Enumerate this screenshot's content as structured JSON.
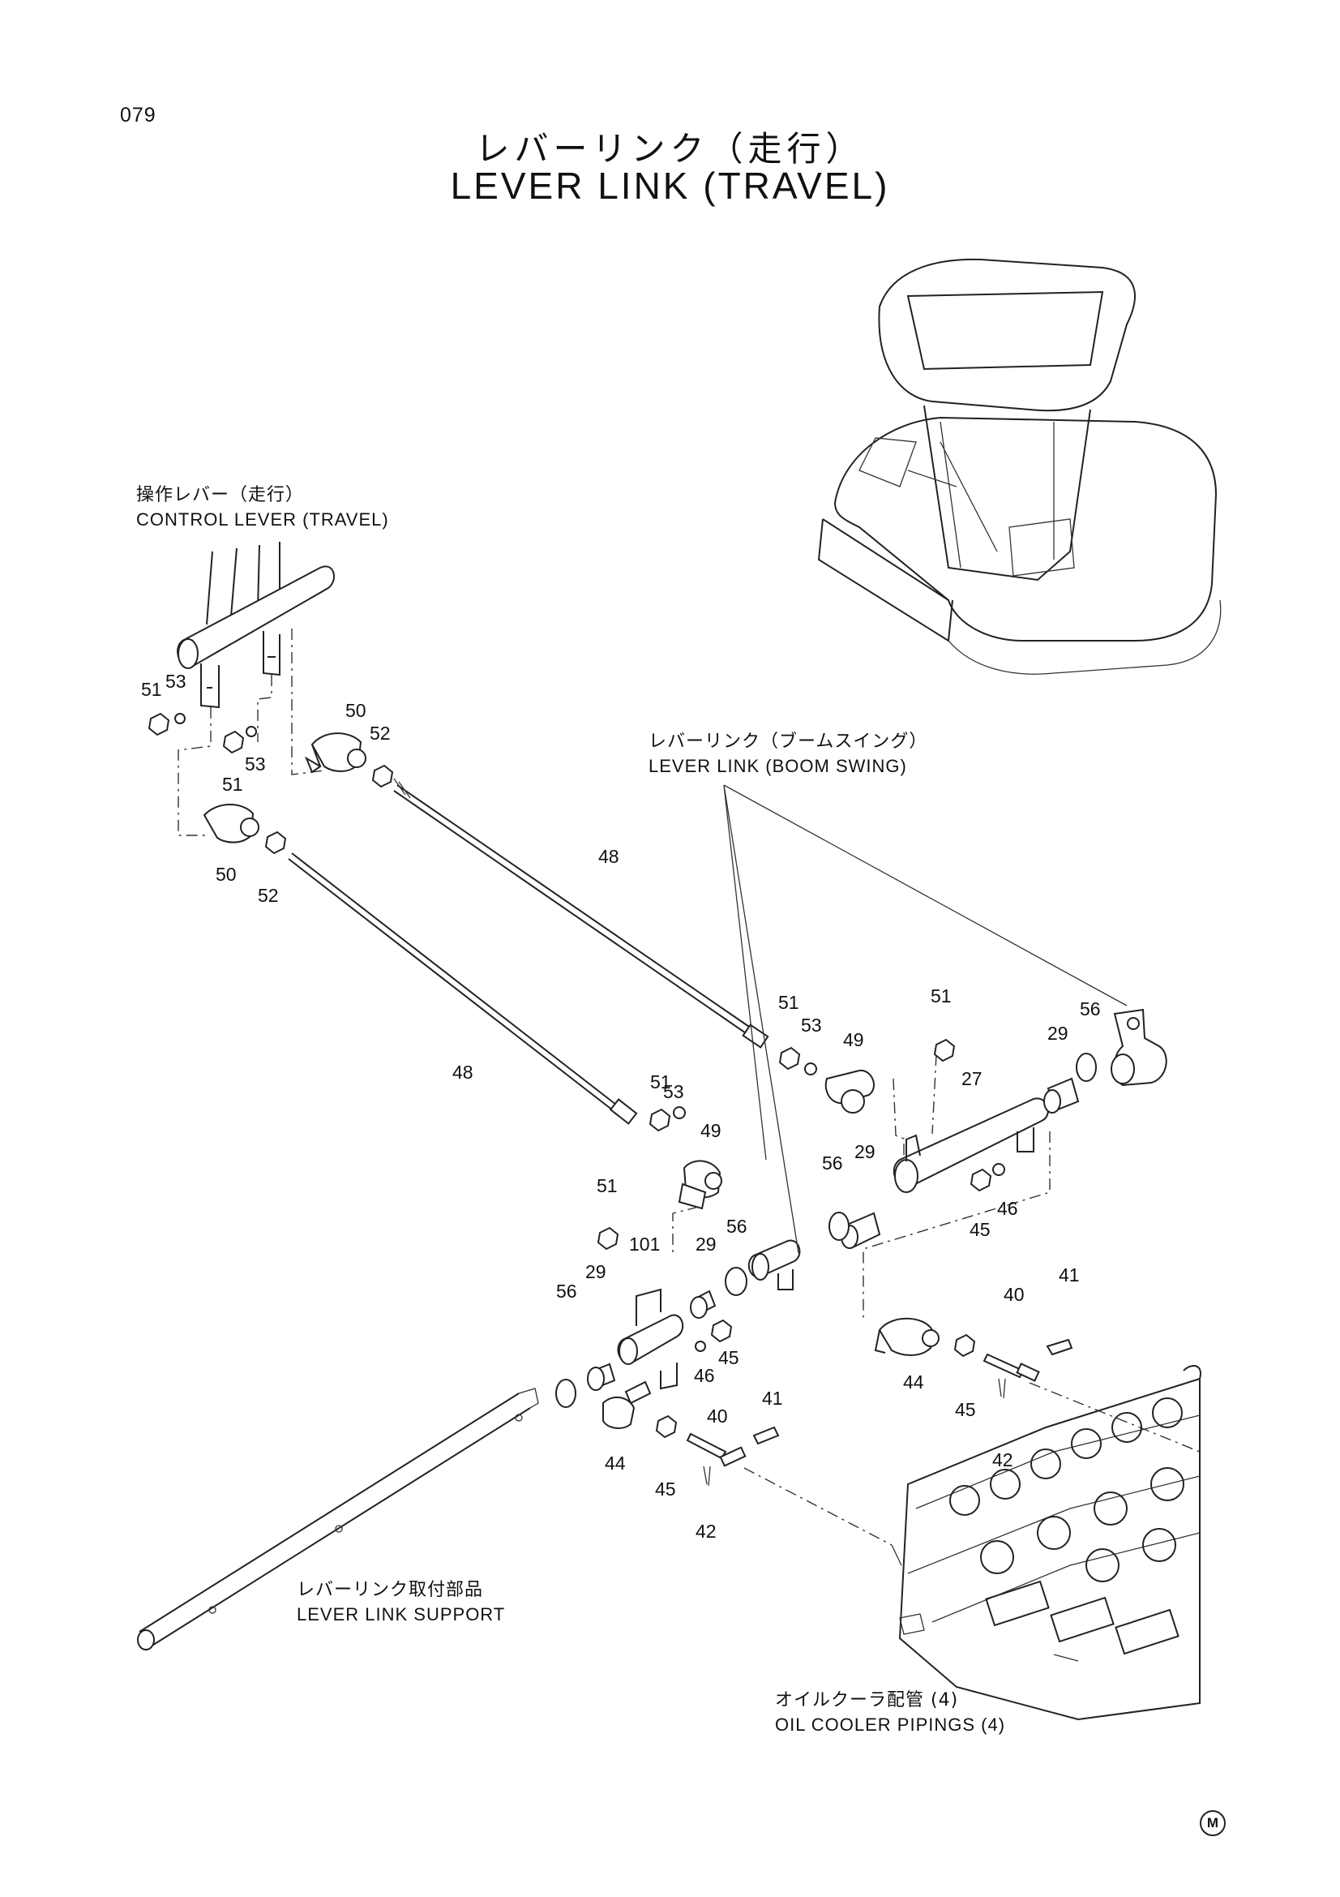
{
  "page": {
    "number": "079"
  },
  "title": {
    "jp": "レバーリンク（走行）",
    "en": "LEVER LINK (TRAVEL)"
  },
  "labels": {
    "control_lever": {
      "jp": "操作レバー（走行）",
      "en": "CONTROL LEVER (TRAVEL)"
    },
    "boom_swing": {
      "jp": "レバーリンク（ブームスイング）",
      "en": "LEVER LINK (BOOM SWING)"
    },
    "support": {
      "jp": "レバーリンク取付部品",
      "en": "LEVER LINK SUPPORT"
    },
    "oil_cooler": {
      "jp": "オイルクーラ配管 (4)",
      "en": "OIL COOLER PIPINGS (4)"
    }
  },
  "part_numbers": [
    "51",
    "53",
    "53",
    "51",
    "50",
    "52",
    "50",
    "52",
    "48",
    "48",
    "51",
    "53",
    "49",
    "51",
    "29",
    "56",
    "27",
    "51",
    "53",
    "49",
    "56",
    "29",
    "45",
    "46",
    "51",
    "101",
    "29",
    "56",
    "56",
    "29",
    "46",
    "45",
    "44",
    "40",
    "41",
    "45",
    "42",
    "40",
    "41",
    "44",
    "45",
    "42"
  ],
  "icons": {
    "mark": "circled-m-icon"
  },
  "mark_text": "M",
  "colors": {
    "ink": "#222222",
    "background": "#ffffff"
  }
}
